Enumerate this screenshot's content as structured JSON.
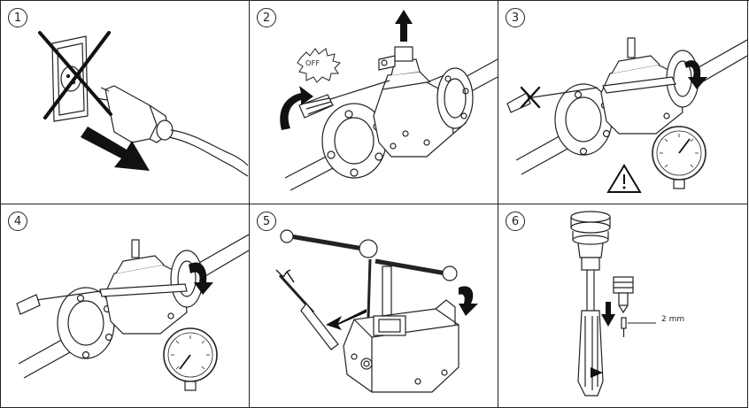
{
  "steps": [
    {
      "number": "1"
    },
    {
      "number": "2",
      "callout": "OFF"
    },
    {
      "number": "3"
    },
    {
      "number": "4"
    },
    {
      "number": "5"
    },
    {
      "number": "6",
      "dimension": "2 mm"
    }
  ]
}
